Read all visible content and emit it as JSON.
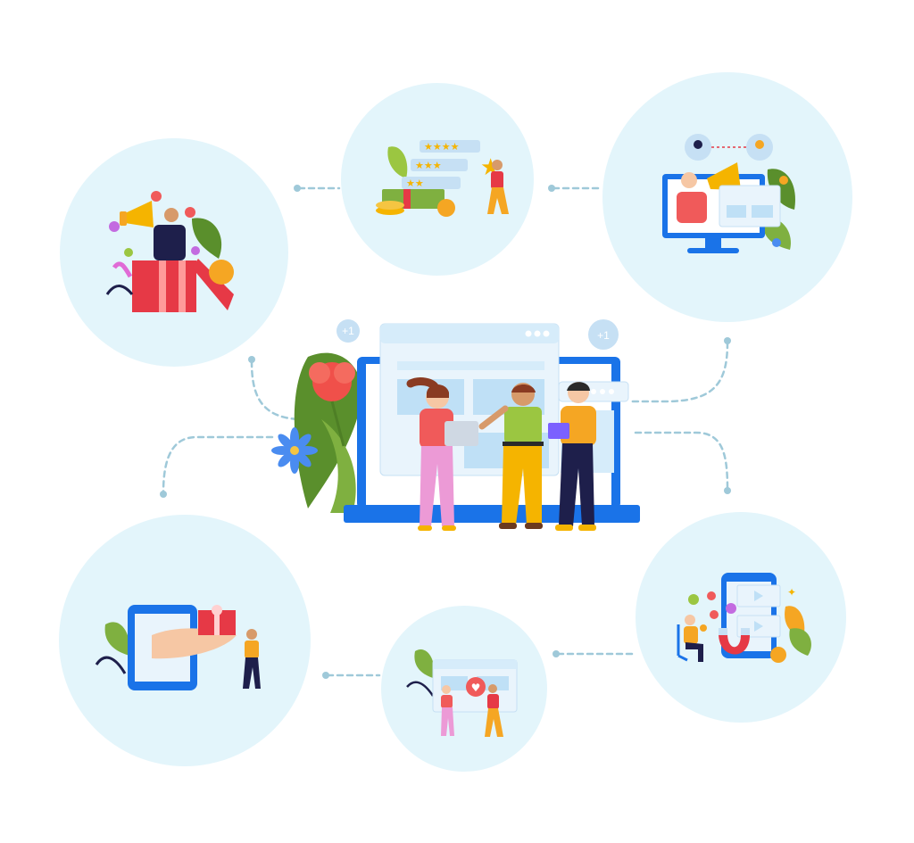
{
  "center": {
    "badges": [
      "+1",
      "+1"
    ],
    "accent_colors": {
      "screen_blue": "#1a73e8",
      "panel_light": "#d6ecfa",
      "leaf_green": "#5a8f2c",
      "flower_red": "#f0504a",
      "flower_blue": "#4a8cf0"
    }
  },
  "nodes": [
    {
      "id": "gift-promo",
      "icons": [
        "megaphone-icon",
        "gift-box-icon",
        "heart-icon",
        "like-icon"
      ]
    },
    {
      "id": "ratings",
      "icons": [
        "star-rating-icon",
        "cash-stack-icon",
        "coin-icon",
        "star-icon"
      ]
    },
    {
      "id": "video-promo",
      "icons": [
        "monitor-icon",
        "megaphone-icon",
        "user-avatar-icon",
        "flower-icon"
      ]
    },
    {
      "id": "gift-delivery",
      "icons": [
        "tablet-icon",
        "hand-icon",
        "gift-box-icon"
      ]
    },
    {
      "id": "liked-content",
      "icons": [
        "browser-window-icon",
        "heart-icon"
      ]
    },
    {
      "id": "audience-magnet",
      "icons": [
        "phone-icon",
        "magnet-icon",
        "play-icon",
        "coin-icon"
      ]
    }
  ],
  "colors": {
    "circle_fill": "#e3f5fb",
    "connector": "#9fc9d9"
  }
}
